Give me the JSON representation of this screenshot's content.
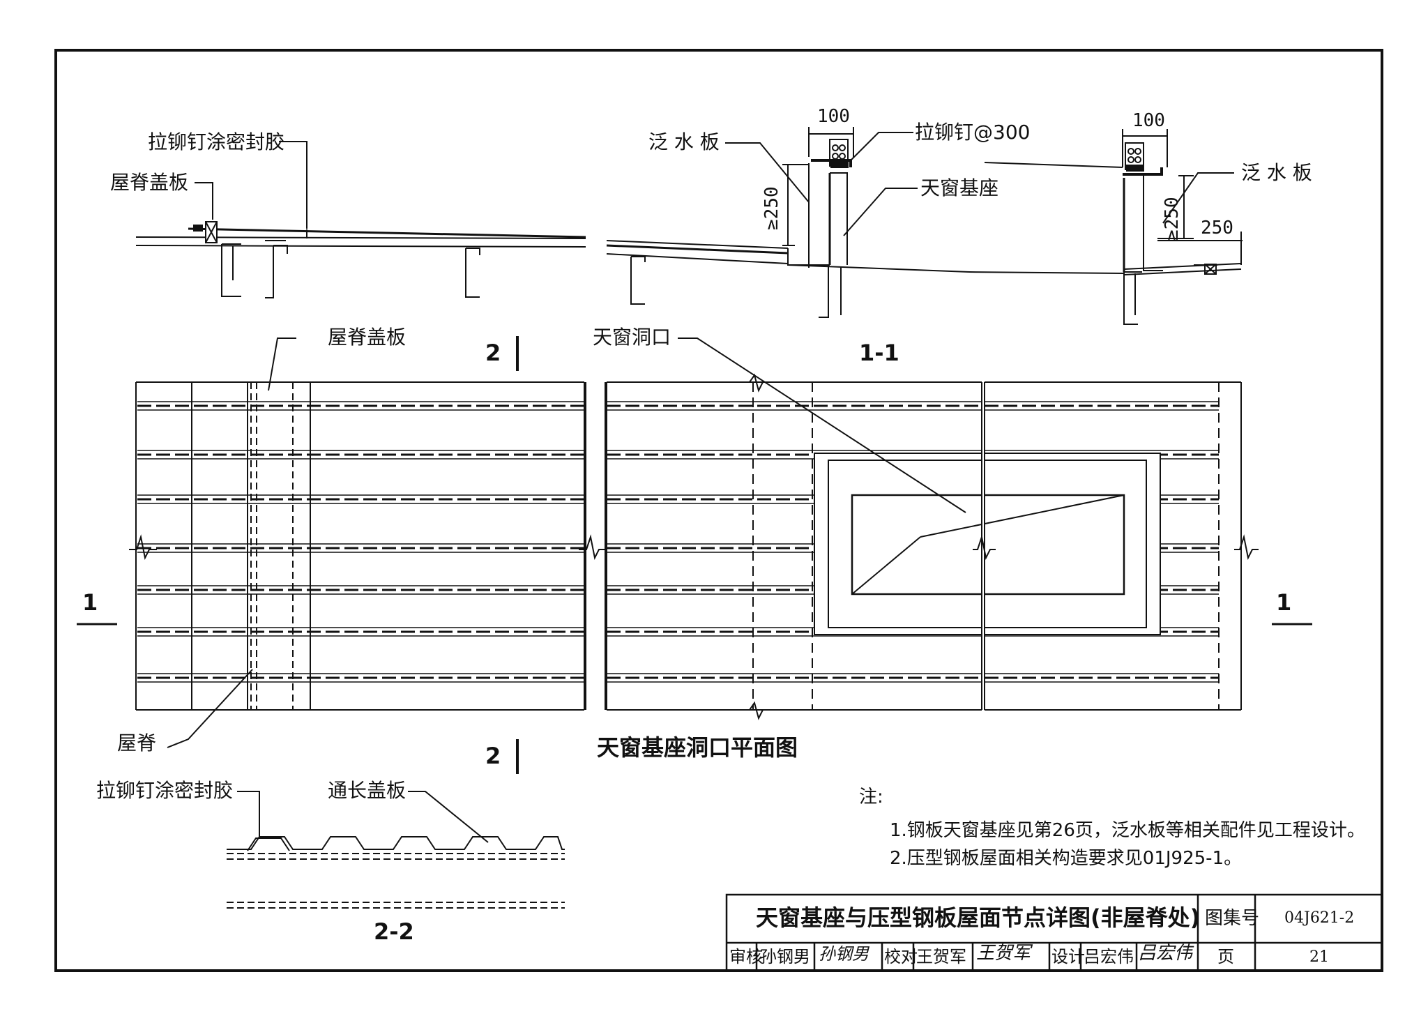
{
  "labels": {
    "rivet_sealant_top": "拉铆钉涂密封胶",
    "ridge_cover_top": "屋脊盖板",
    "flashing_left": "泛 水 板",
    "rivet_300": "拉铆钉@300",
    "skylight_base": "天窗基座",
    "flashing_right": "泛 水 板",
    "dim_100_left": "100",
    "dim_100_right": "100",
    "dim_250_left": "≥250",
    "dim_250_right": "≥250",
    "dim_250_horiz": "250",
    "ridge_cover_plan": "屋脊盖板",
    "skylight_opening": "天窗洞口",
    "ridge": "屋脊",
    "rivet_sealant_bottom": "拉铆钉涂密封胶",
    "long_cover": "通长盖板"
  },
  "section_marks": {
    "sec_2_top": "2",
    "sec_2_bottom": "2",
    "sec_1_left": "1",
    "sec_1_right": "1",
    "title_1_1": "1-1",
    "title_2_2": "2-2"
  },
  "plan_title": "天窗基座洞口平面图",
  "notes": {
    "heading": "注:",
    "items": [
      "1.钢板天窗基座见第26页，泛水板等相关配件见工程设计。",
      "2.压型钢板屋面相关构造要求见01J925-1。"
    ]
  },
  "title_block": {
    "title": "天窗基座与压型钢板屋面节点详图(非屋脊处)",
    "atlas_label": "图集号",
    "atlas_no": "04J621-2",
    "page_label": "页",
    "page_no": "21",
    "review_label": "审核",
    "reviewer": "孙钢男",
    "reviewer_sig": "孙钢男",
    "check_label": "校对",
    "checker": "王贺军",
    "checker_sig": "王贺军",
    "design_label": "设计",
    "designer": "吕宏伟",
    "designer_sig": "吕宏伟"
  }
}
